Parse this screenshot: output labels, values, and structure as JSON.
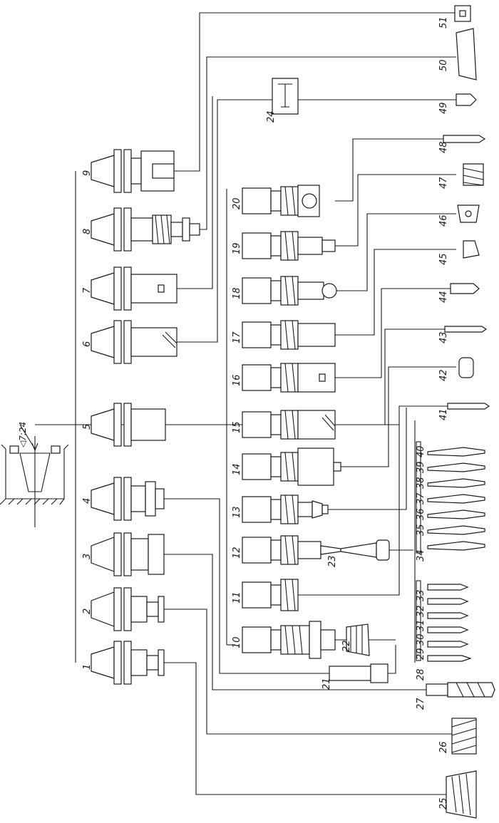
{
  "taper_label": "◁7:24",
  "holders": [
    {
      "id": "1",
      "label": "1"
    },
    {
      "id": "2",
      "label": "2"
    },
    {
      "id": "3",
      "label": "3"
    },
    {
      "id": "4",
      "label": "4"
    },
    {
      "id": "5",
      "label": "5"
    },
    {
      "id": "6",
      "label": "6"
    },
    {
      "id": "7",
      "label": "7"
    },
    {
      "id": "8",
      "label": "8"
    },
    {
      "id": "9",
      "label": "9"
    }
  ],
  "adapters": [
    {
      "id": "10",
      "label": "10"
    },
    {
      "id": "11",
      "label": "11"
    },
    {
      "id": "12",
      "label": "12"
    },
    {
      "id": "13",
      "label": "13"
    },
    {
      "id": "14",
      "label": "14"
    },
    {
      "id": "15",
      "label": "15"
    },
    {
      "id": "16",
      "label": "16"
    },
    {
      "id": "17",
      "label": "17"
    },
    {
      "id": "18",
      "label": "18"
    },
    {
      "id": "19",
      "label": "19"
    },
    {
      "id": "20",
      "label": "20"
    }
  ],
  "parts": [
    {
      "id": "21",
      "label": "21"
    },
    {
      "id": "22",
      "label": "22"
    },
    {
      "id": "23",
      "label": "23"
    },
    {
      "id": "24",
      "label": "24"
    }
  ],
  "tools": [
    {
      "id": "25",
      "label": "25"
    },
    {
      "id": "26",
      "label": "26"
    },
    {
      "id": "27",
      "label": "27"
    },
    {
      "id": "28",
      "label": "28"
    },
    {
      "id": "29",
      "label": "29"
    },
    {
      "id": "30",
      "label": "30"
    },
    {
      "id": "31",
      "label": "31"
    },
    {
      "id": "32",
      "label": "32"
    },
    {
      "id": "33",
      "label": "33"
    },
    {
      "id": "34",
      "label": "34"
    },
    {
      "id": "35",
      "label": "35"
    },
    {
      "id": "36",
      "label": "36"
    },
    {
      "id": "37",
      "label": "37"
    },
    {
      "id": "38",
      "label": "38"
    },
    {
      "id": "39",
      "label": "39"
    },
    {
      "id": "40",
      "label": "40"
    },
    {
      "id": "41",
      "label": "41"
    },
    {
      "id": "42",
      "label": "42"
    },
    {
      "id": "43",
      "label": "43"
    },
    {
      "id": "44",
      "label": "44"
    },
    {
      "id": "45",
      "label": "45"
    },
    {
      "id": "46",
      "label": "46"
    },
    {
      "id": "47",
      "label": "47"
    },
    {
      "id": "48",
      "label": "48"
    },
    {
      "id": "49",
      "label": "49"
    },
    {
      "id": "50",
      "label": "50"
    },
    {
      "id": "51",
      "label": "51"
    }
  ]
}
